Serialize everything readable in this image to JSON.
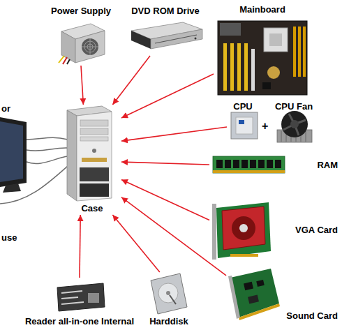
{
  "diagram": {
    "nodes": [
      {
        "text": [
          "Power Supply"
        ]
      },
      {
        "text": [
          "DVD ROM Drive"
        ]
      },
      {
        "text": [
          "Mainboard"
        ]
      },
      {
        "text": [
          "CPU"
        ]
      },
      {
        "text": [
          "CPU Fan"
        ]
      },
      {
        "text": [
          "Case"
        ]
      },
      {
        "text": [
          "RAM"
        ]
      },
      {
        "text": [
          "VGA Card"
        ]
      },
      {
        "text": [
          "Sound Card"
        ]
      },
      {
        "text": [
          "Reader all-in-one Internal"
        ]
      },
      {
        "text": [
          "Harddisk"
        ]
      }
    ],
    "edges": [
      {
        "from": 0,
        "to": 5,
        "arrow": "to"
      },
      {
        "from": 1,
        "to": 5,
        "arrow": "to"
      },
      {
        "from": 2,
        "to": 5,
        "arrow": "to"
      },
      {
        "from": 3,
        "to": 5,
        "arrow": "to"
      },
      {
        "from": 6,
        "to": 5,
        "arrow": "to"
      },
      {
        "from": 7,
        "to": 5,
        "arrow": "to"
      },
      {
        "from": 8,
        "to": 5,
        "arrow": "to"
      },
      {
        "from": 9,
        "to": 5,
        "arrow": "to"
      },
      {
        "from": 10,
        "to": 5,
        "arrow": "to"
      }
    ],
    "labels": [
      "or",
      "+",
      "use"
    ]
  }
}
